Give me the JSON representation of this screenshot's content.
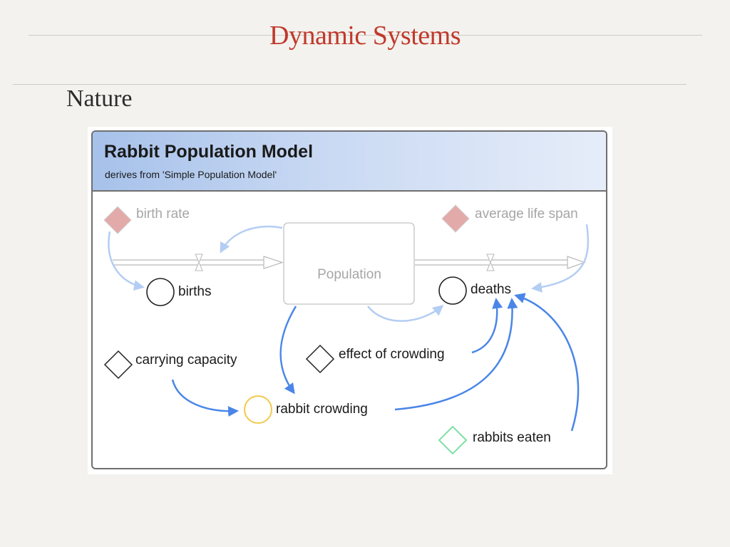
{
  "slide": {
    "title": "Dynamic Systems",
    "subtitle": "Nature"
  },
  "model": {
    "title": "Rabbit Population Model",
    "subtitle": "derives from 'Simple Population Model'"
  },
  "nodes": {
    "birth_rate": "birth rate",
    "average_life_span": "average life span",
    "population": "Population",
    "births": "births",
    "deaths": "deaths",
    "carrying_capacity": "carrying capacity",
    "effect_of_crowding": "effect of crowding",
    "rabbit_crowding": "rabbit crowding",
    "rabbits_eaten": "rabbits eaten"
  },
  "colors": {
    "title_red": "#c0392b",
    "link_blue": "#4a86e8",
    "link_light_blue": "#b4cdf3",
    "inherited_gray": "#a6a6a6",
    "inherited_fill": "#e3aaaa",
    "crowding_yellow": "#f2c94c",
    "eaten_green": "#7ee0a6"
  }
}
